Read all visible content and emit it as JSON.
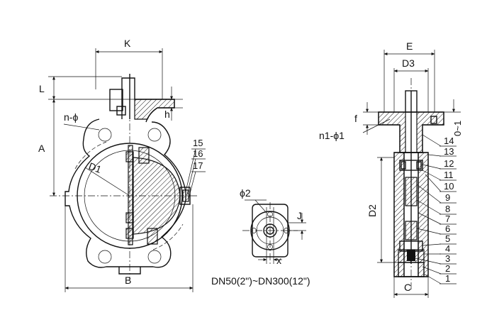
{
  "front_view": {
    "dims": {
      "K": "K",
      "L": "L",
      "h": "h",
      "n_phi": "n-ϕ",
      "A": "A",
      "D1": "D1",
      "B": "B"
    },
    "part_numbers": [
      "15",
      "16",
      "17"
    ]
  },
  "flange_view": {
    "phi2": "ϕ2",
    "J": "J",
    "x": "x"
  },
  "size_range": "DN50(2\")~DN300(12\")",
  "side_view": {
    "dims": {
      "E": "E",
      "D3": "D3",
      "f": "f",
      "n1_phi1": "n1-ϕ1",
      "tolerance": "0~1",
      "D2": "D2",
      "C": "C"
    },
    "part_numbers": [
      "14",
      "13",
      "12",
      "11",
      "10",
      "9",
      "8",
      "7",
      "6",
      "5",
      "4",
      "3",
      "2",
      "1"
    ]
  }
}
